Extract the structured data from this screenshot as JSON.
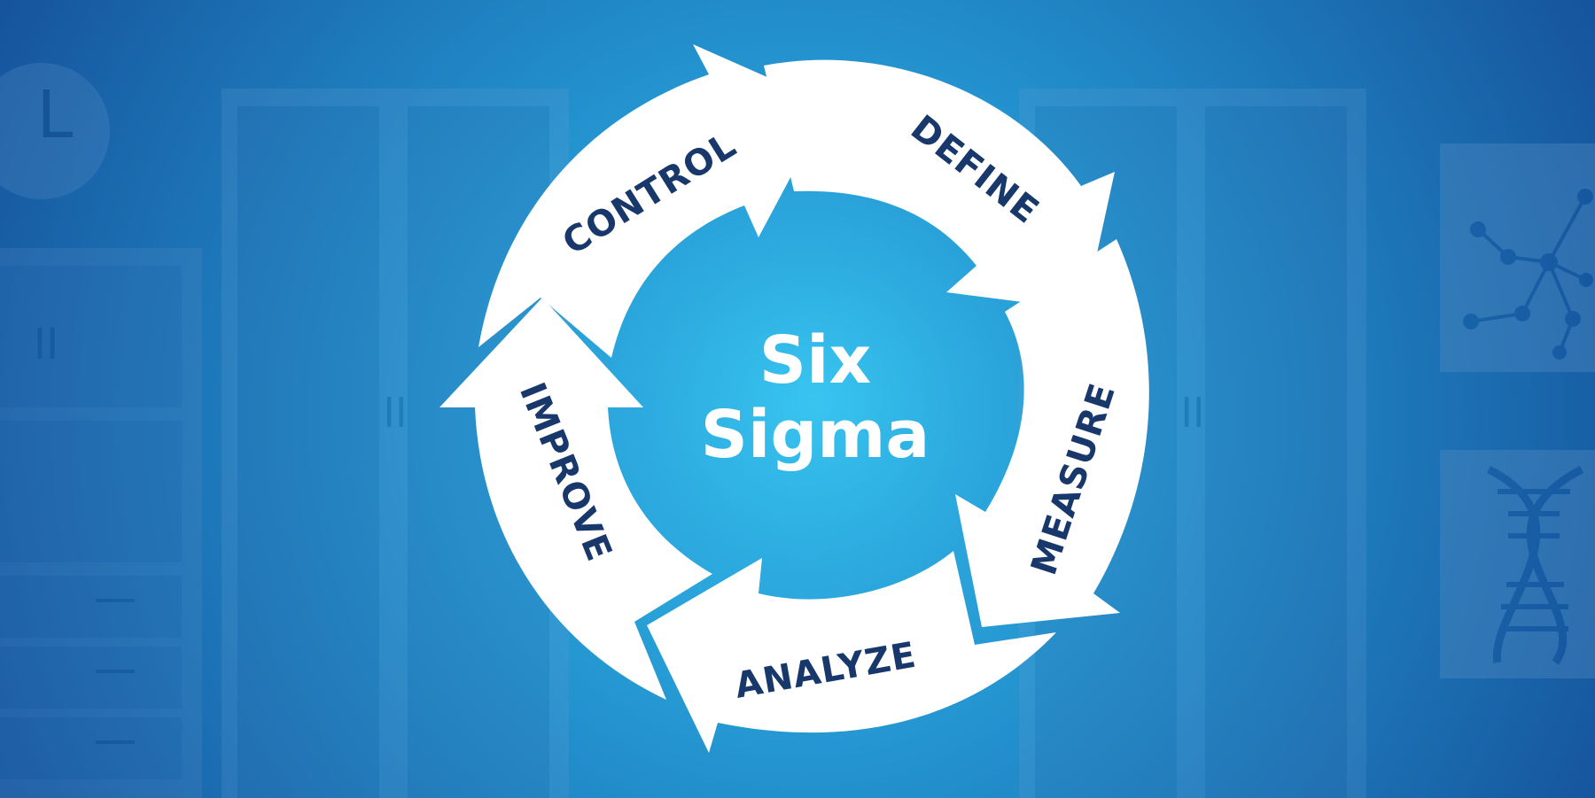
{
  "diagram": {
    "center_title_line1": "Six",
    "center_title_line2": "Sigma",
    "steps": [
      {
        "label": "DEFINE"
      },
      {
        "label": "MEASURE"
      },
      {
        "label": "ANALYZE"
      },
      {
        "label": "IMPROVE"
      },
      {
        "label": "CONTROL"
      }
    ]
  },
  "background": {
    "clock_letter": "L",
    "book_marks": [
      "II",
      "II",
      "II"
    ],
    "icons": [
      "clock-icon",
      "bookshelf-icon",
      "molecule-network-icon",
      "dna-helix-icon"
    ]
  },
  "colors": {
    "background_dark": "#16549a",
    "background_light": "#2fb4e6",
    "arrow_fill": "#ffffff",
    "label_text": "#18386b",
    "center_text": "#ffffff"
  }
}
